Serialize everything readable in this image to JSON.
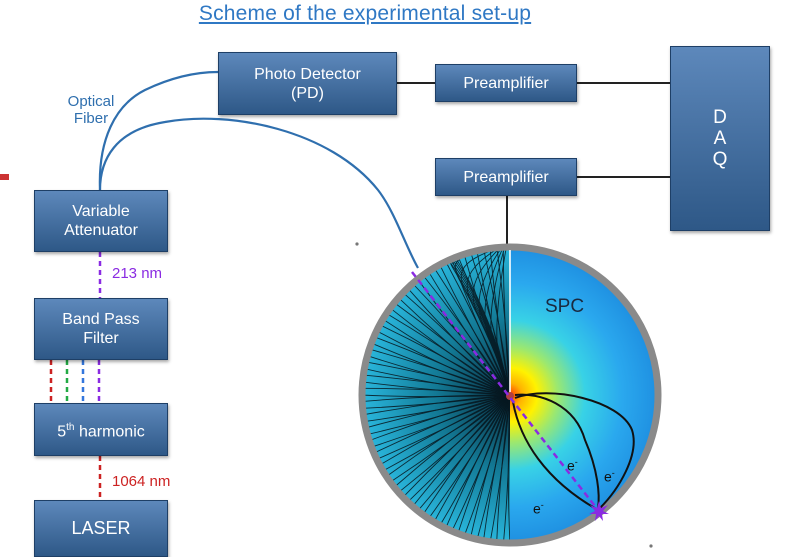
{
  "title": "Scheme of the experimental set-up",
  "boxes": {
    "photo_detector": "Photo Detector\n(PD)",
    "preamp_top": "Preamplifier",
    "preamp_bottom": "Preamplifier",
    "daq": "D\nA\nQ",
    "variable_attenuator": "Variable\nAttenuator",
    "band_pass_filter": "Band Pass\nFilter",
    "fifth_harmonic": "5th harmonic",
    "fifth_harmonic_base": "5",
    "fifth_harmonic_sup": "th",
    "fifth_harmonic_rest": " harmonic",
    "laser": "LASER"
  },
  "labels": {
    "optical_fiber": "Optical\nFiber",
    "wavelength_213": "213 nm",
    "wavelength_1064": "1064 nm",
    "spc": "SPC",
    "electron": "e",
    "electron_charge": "-"
  },
  "colors": {
    "fiber": "#2f6fae",
    "beam_213": "#8a2be2",
    "beam_1064": "#cc2222",
    "beam_green": "#22aa44",
    "beam_blue": "#3377dd",
    "box_fill": "#3e6a9e",
    "sphere_rim": "#8a8a8a"
  }
}
